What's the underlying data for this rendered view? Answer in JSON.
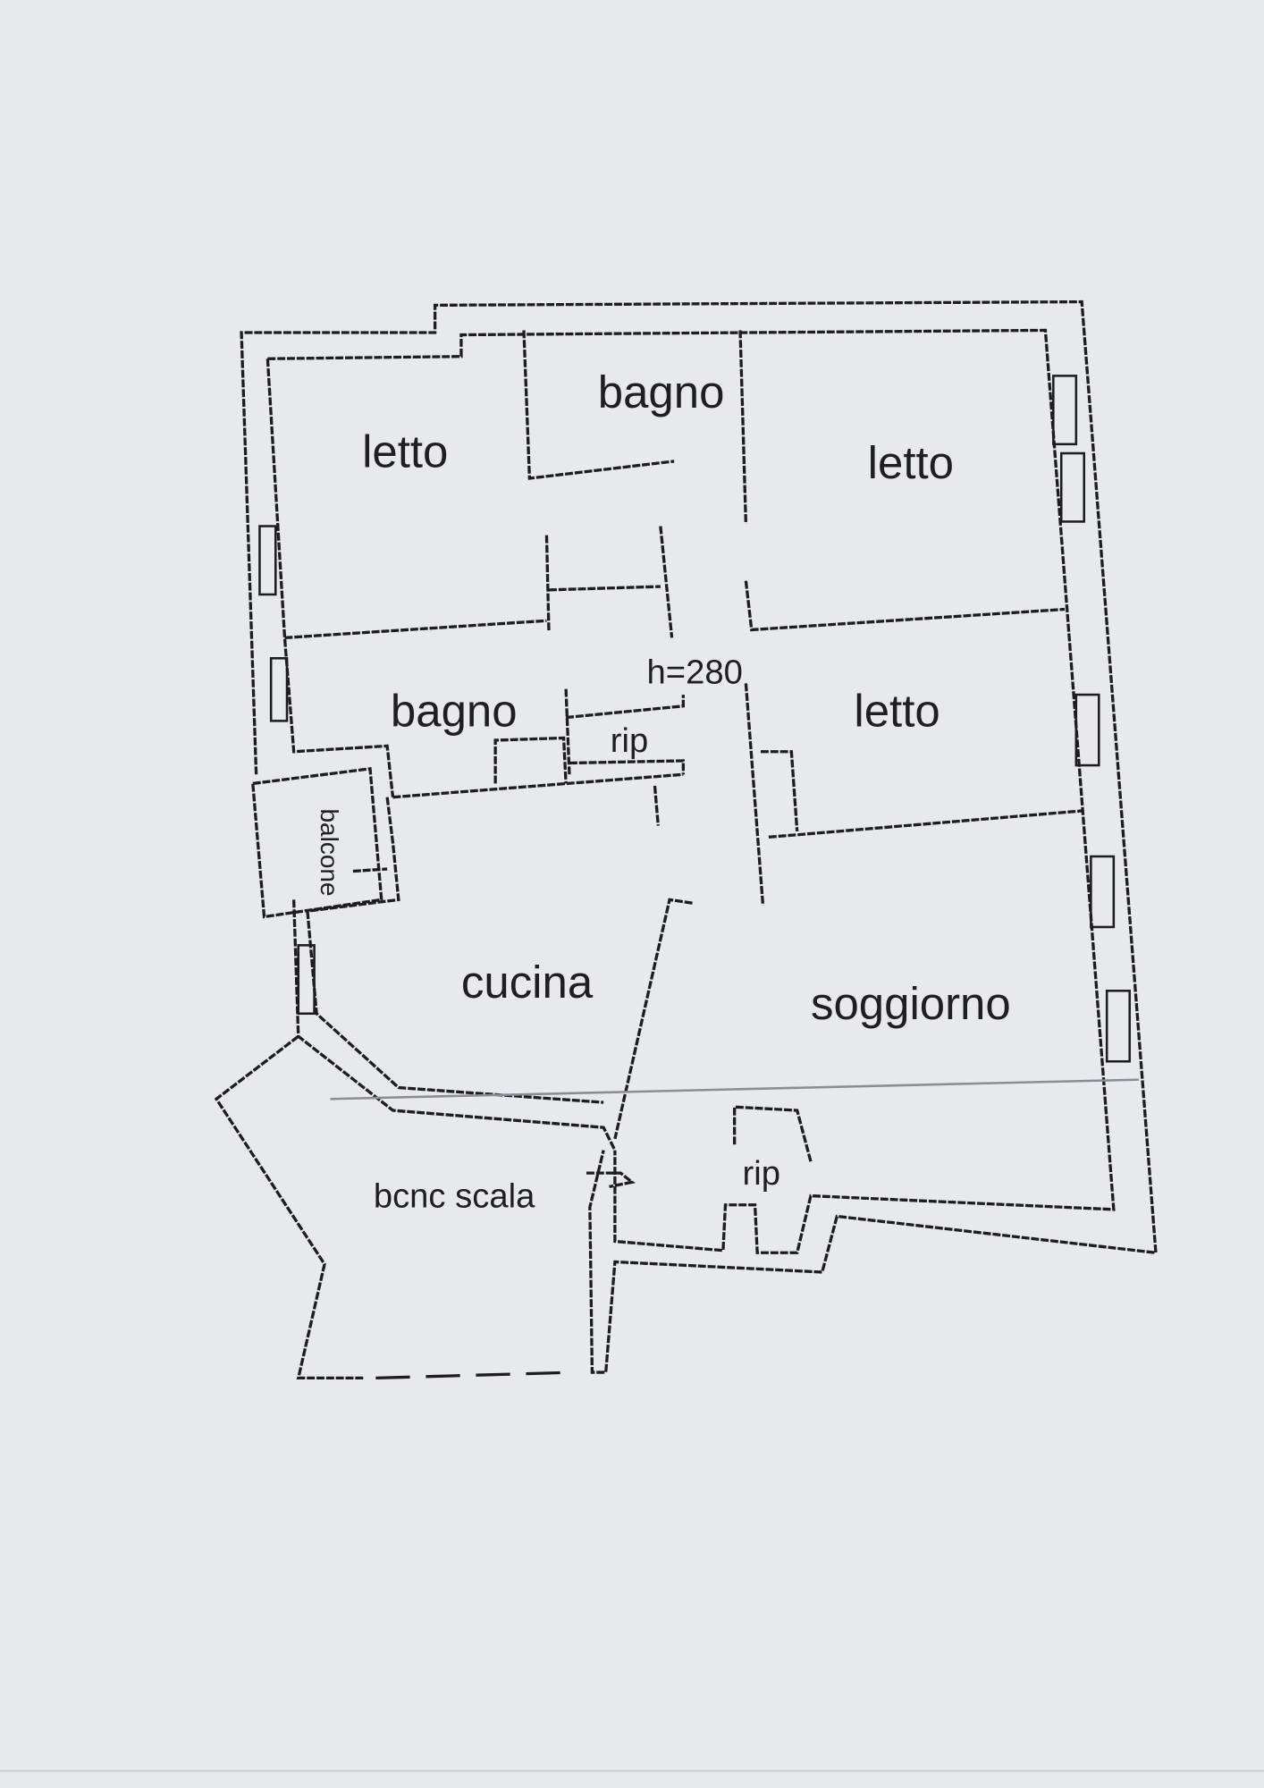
{
  "floor_plan": {
    "ceiling_height": "h=280",
    "rooms": {
      "letto_top_left": "letto",
      "bagno_top": "bagno",
      "letto_top_right": "letto",
      "bagno_left": "bagno",
      "rip_center": "rip",
      "letto_right": "letto",
      "balcone": "balcone",
      "cucina": "cucina",
      "soggiorno": "soggiorno",
      "scala": "bcnc scala",
      "rip_bottom": "rip"
    }
  }
}
